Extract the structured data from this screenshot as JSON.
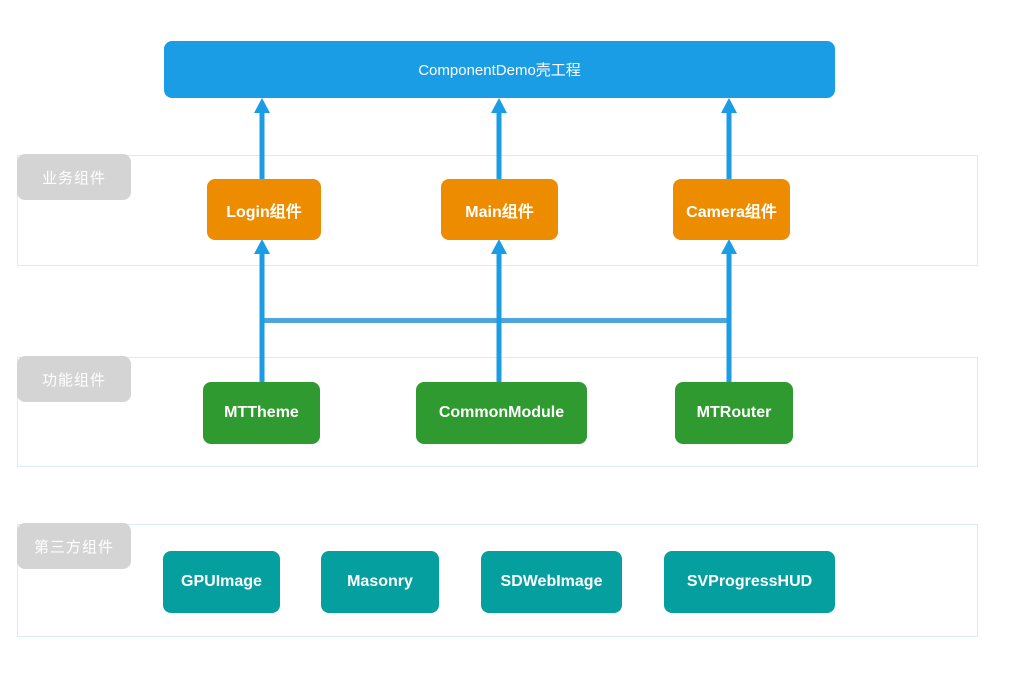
{
  "colors": {
    "shell-blue": "#1B9DE5",
    "arrow-blue": "#1B9DE5",
    "connector-blue": "#4FA4DB",
    "business-orange": "#EE8C00",
    "function-green": "#2E9A30",
    "thirdparty-teal": "#069FA0",
    "label-gray": "#D4D4D4",
    "section-border": "#DAEBF2"
  },
  "diagram": {
    "shell": {
      "label": "ComponentDemo壳工程"
    },
    "sections": [
      {
        "label": "业务组件",
        "nodes": [
          {
            "label": "Login组件"
          },
          {
            "label": "Main组件"
          },
          {
            "label": "Camera组件"
          }
        ]
      },
      {
        "label": "功能组件",
        "nodes": [
          {
            "label": "MTTheme"
          },
          {
            "label": "CommonModule"
          },
          {
            "label": "MTRouter"
          }
        ]
      },
      {
        "label": "第三方组件",
        "nodes": [
          {
            "label": "GPUImage"
          },
          {
            "label": "Masonry"
          },
          {
            "label": "SDWebImage"
          },
          {
            "label": "SVProgressHUD"
          }
        ]
      }
    ]
  }
}
